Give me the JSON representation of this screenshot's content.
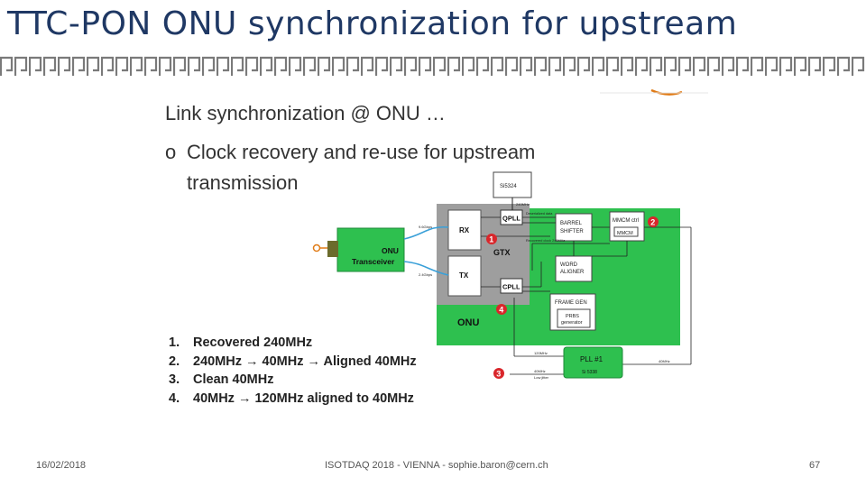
{
  "slide": {
    "title": "TTC-PON ONU synchronization for upstream",
    "heading": "Link synchronization @ ONU …",
    "bullet_marker": "o",
    "bullet_text": "Clock recovery and re-use for upstream transmission",
    "list": [
      {
        "num": "1.",
        "text": "Recovered 240MHz"
      },
      {
        "num": "2.",
        "text": "240MHz → 40MHz → Aligned 40MHz"
      },
      {
        "num": "3.",
        "text": "Clean 40MHz"
      },
      {
        "num": "4.",
        "text": "40MHz → 120MHz aligned to 40MHz"
      }
    ]
  },
  "diagram": {
    "si5324": "Si5324",
    "f240_top": "240MHz",
    "onu_transceiver_1": "ONU",
    "onu_transceiver_2": "Transceiver",
    "rate_rx": "9.6Gbps",
    "rate_tx": "2.4Gbps",
    "rx": "RX",
    "tx": "TX",
    "gtx": "GTX",
    "qpll": "QPLL",
    "cpll": "CPLL",
    "barrel_1": "BARREL",
    "barrel_2": "SHIFTER",
    "word_1": "WORD",
    "word_2": "ALIGNER",
    "mmcm_ctrl": "MMCM ctrl",
    "mmcm": "MMCM",
    "frame_gen": "FRAME GEN",
    "prbs_1": "PRBS",
    "prbs_2": "generator",
    "onu_label": "ONU",
    "pll_1": "PLL #1",
    "pll_2": "Si 5338",
    "wire_deserialized": "Deserialized data",
    "wire_recovered": "Recovered clock 240MHz",
    "wire_120": "120MHz",
    "wire_40": "40MHz",
    "wire_40b": "40MHz",
    "wire_lowjitter": "Low jitter",
    "badges": [
      "1",
      "2",
      "3",
      "4"
    ]
  },
  "footer": {
    "date": "16/02/2018",
    "center": "ISOTDAQ 2018 - VIENNA - sophie.baron@cern.ch",
    "page": "67"
  },
  "colors": {
    "title": "#1f3864",
    "green_board": "#2ec04f",
    "badge_red": "#d9262b",
    "wire_blue": "#3aa0d8",
    "gtx_gray": "#9e9e9e",
    "accent_orange": "#e07b16"
  }
}
